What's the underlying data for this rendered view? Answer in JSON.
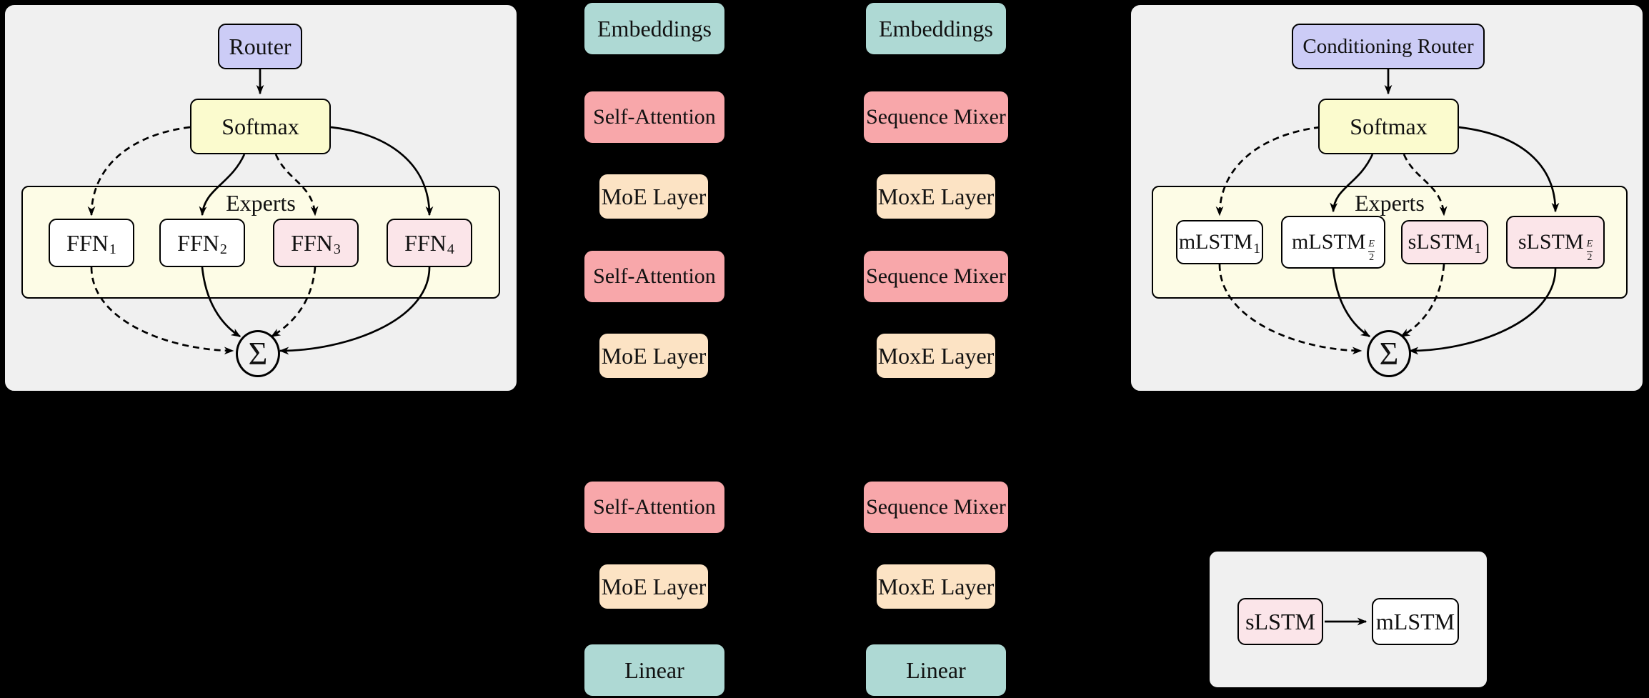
{
  "colors": {
    "background": "#000000",
    "panel_bg": "#f0f0f0",
    "experts_group_bg": "#fdfce6",
    "router_lavender": "#ccccf6",
    "softmax_yellow": "#fbfbce",
    "expert_pink": "#fbe5e9",
    "expert_white": "#ffffff",
    "embeddings_teal": "#aed9d4",
    "mixer_salmon": "#f8a7aa",
    "moe_peach": "#fce3c4",
    "ink": "#000000"
  },
  "moe_panel": {
    "router_label": "Router",
    "softmax_label": "Softmax",
    "experts_group_label": "Experts",
    "experts": [
      {
        "base": "FFN",
        "sub": "1",
        "fill": "white"
      },
      {
        "base": "FFN",
        "sub": "2",
        "fill": "white"
      },
      {
        "base": "FFN",
        "sub": "3",
        "fill": "pink"
      },
      {
        "base": "FFN",
        "sub": "4",
        "fill": "pink"
      }
    ],
    "sum_symbol": "Σ"
  },
  "transformer_stack": {
    "boxes": [
      {
        "label": "Embeddings",
        "type": "embeddings"
      },
      {
        "label": "Self-Attention",
        "type": "mixer"
      },
      {
        "label": "MoE Layer",
        "type": "moe"
      },
      {
        "label": "Self-Attention",
        "type": "mixer"
      },
      {
        "label": "MoE Layer",
        "type": "moe"
      },
      {
        "label": "Self-Attention",
        "type": "mixer"
      },
      {
        "label": "MoE Layer",
        "type": "moe"
      },
      {
        "label": "Linear",
        "type": "linear"
      }
    ]
  },
  "moxe_stack": {
    "boxes": [
      {
        "label": "Embeddings",
        "type": "embeddings"
      },
      {
        "label": "Sequence Mixer",
        "type": "mixer"
      },
      {
        "label": "MoxE Layer",
        "type": "moe"
      },
      {
        "label": "Sequence Mixer",
        "type": "mixer"
      },
      {
        "label": "MoxE Layer",
        "type": "moe"
      },
      {
        "label": "Sequence Mixer",
        "type": "mixer"
      },
      {
        "label": "MoxE Layer",
        "type": "moe"
      },
      {
        "label": "Linear",
        "type": "linear"
      }
    ]
  },
  "moxe_panel": {
    "router_label": "Conditioning Router",
    "softmax_label": "Softmax",
    "experts_group_label": "Experts",
    "experts": [
      {
        "base": "mLSTM",
        "sub": "1",
        "fill": "white"
      },
      {
        "base": "mLSTM",
        "frac_num": "E",
        "frac_den": "2",
        "fill": "white"
      },
      {
        "base": "sLSTM",
        "sub": "1",
        "fill": "pink"
      },
      {
        "base": "sLSTM",
        "frac_num": "E",
        "frac_den": "2",
        "fill": "pink"
      }
    ],
    "sum_symbol": "Σ"
  },
  "legend_panel": {
    "source_label": "sLSTM",
    "target_label": "mLSTM"
  }
}
